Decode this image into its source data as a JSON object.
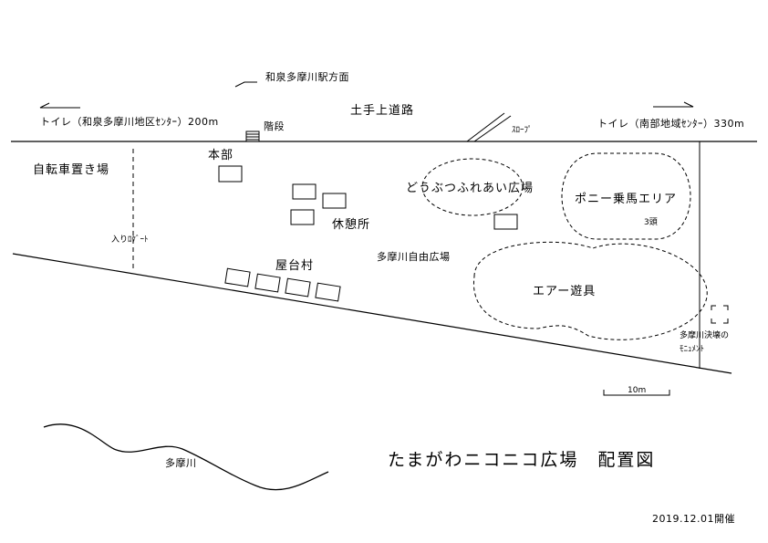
{
  "map": {
    "title": "たまがわニコニコ広場　配置図",
    "date": "2019.12.01開催",
    "colors": {
      "ink": "#000000",
      "background": "#ffffff"
    }
  },
  "labels": {
    "station_direction": "和泉多摩川駅方面",
    "embankment_road": "土手上道路",
    "toilet_west": "トイレ（和泉多摩川地区ｾﾝﾀｰ）200m",
    "toilet_south": "トイレ（南部地域ｾﾝﾀｰ）330m",
    "stairs": "階段",
    "slope": "ｽﾛｰﾌﾟ",
    "headquarters": "本部",
    "bicycle_parking": "自転車置き場",
    "rest_area": "休憩所",
    "animal_petting": "どうぶつふれあい広場",
    "pony_ride": "ポニー乗馬エリア",
    "pony_count": "3頭",
    "entrance_gate": "入りﾛｹﾞｰﾄ",
    "food_stalls": "屋台村",
    "free_plaza": "多摩川自由広場",
    "air_play": "エアー遊具",
    "monument": "多摩川決壊の\nﾓﾆｭﾒﾝﾄ",
    "scale": "10m",
    "river": "多摩川"
  }
}
